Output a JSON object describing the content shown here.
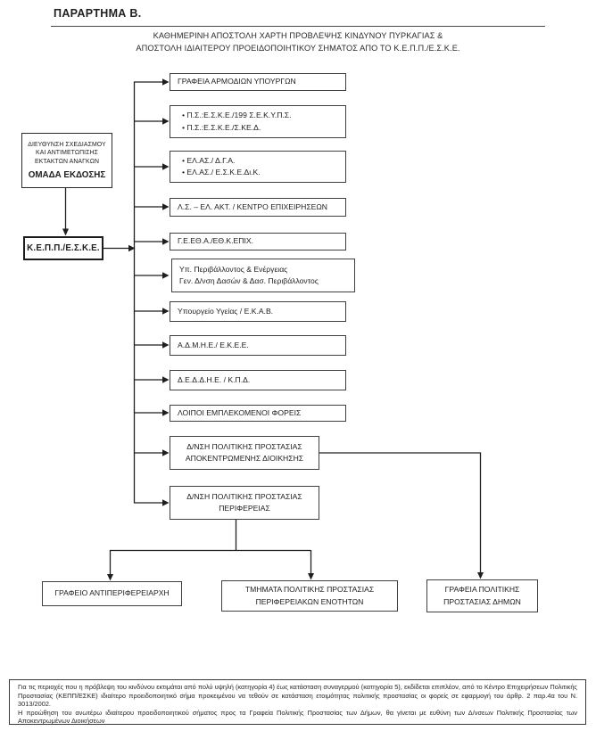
{
  "page": {
    "title": "ΠΑΡΑΡΤΗΜΑ Β.",
    "subtitle_line1": "ΚΑΘΗΜΕΡΙΝΗ ΑΠΟΣΤΟΛΗ ΧΑΡΤΗ ΠΡΟΒΛΕΨΗΣ ΚΙΝΔΥΝΟΥ ΠΥΡΚΑΓΙΑΣ &",
    "subtitle_line2": "ΑΠΟΣΤΟΛΗ ΙΔΙΑΙΤΕΡΟΥ ΠΡΟΕΙΔΟΠΟΙΗΤΙΚΟΥ ΣΗΜΑΤΟΣ ΑΠΟ ΤΟ Κ.Ε.Π.Π./Ε.Σ.Κ.Ε."
  },
  "colors": {
    "ink": "#1f1f1f",
    "box_border": "#3f3f3f",
    "background": "#ffffff"
  },
  "diagram": {
    "source": {
      "lines": [
        "ΔΙΕΥΘΥΝΣΗ ΣΧΕΔΙΑΣΜΟΥ",
        "ΚΑΙ ΑΝΤΙΜΕΤΩΠΙΣΗΣ",
        "ΕΚΤΑΚΤΩΝ ΑΝΑΓΚΩΝ"
      ],
      "emphasis": "ΟΜΑΔΑ ΕΚΔΟΣΗΣ"
    },
    "hub": {
      "label": "Κ.Ε.Π.Π./Ε.Σ.Κ.Ε."
    },
    "recipients": [
      {
        "name": "ministers-offices",
        "lines": [
          "ΓΡΑΦΕΙΑ ΑΡΜΟΔΙΩΝ ΥΠΟΥΡΓΩΝ"
        ]
      },
      {
        "name": "fire-service",
        "lines": [
          "• Π.Σ.:Ε.Σ.Κ.Ε./199 Σ.Ε.Κ.Υ.Π.Σ.",
          "• Π.Σ.:Ε.Σ.Κ.Ε./Σ.ΚΕ.Δ."
        ]
      },
      {
        "name": "hellenic-police",
        "lines": [
          "• ΕΛ.ΑΣ./ Δ.Γ.Α.",
          "• ΕΛ.ΑΣ./ Ε.Σ.Κ.Ε.Δι.Κ."
        ]
      },
      {
        "name": "coast-guard",
        "lines": [
          "Λ.Σ. – ΕΛ. ΑΚΤ.  / ΚΕΝΤΡΟ ΕΠΙΧΕΙΡΗΣΕΩΝ"
        ]
      },
      {
        "name": "geetha",
        "lines": [
          "Γ.Ε.ΕΘ.Α./ΕΘ.Κ.ΕΠΙΧ."
        ]
      },
      {
        "name": "environment-ministry",
        "lines": [
          "Υπ. Περιβάλλοντος & Ενέργειας",
          "Γεν. Δ/νση Δασών & Δασ. Περιβάλλοντος"
        ]
      },
      {
        "name": "health-ministry",
        "lines": [
          "Υπουργείο Υγείας / Ε.Κ.Α.Β."
        ]
      },
      {
        "name": "admie",
        "lines": [
          "Α.Δ.Μ.Η.Ε./ Ε.Κ.Ε.Ε."
        ]
      },
      {
        "name": "deddie",
        "lines": [
          "Δ.Ε.Δ.Δ.Η.Ε. / Κ.Π.Δ."
        ]
      },
      {
        "name": "other-involved-bodies",
        "lines": [
          "ΛΟΙΠΟΙ ΕΜΠΛΕΚΟΜΕΝΟΙ ΦΟΡΕΙΣ"
        ]
      },
      {
        "name": "decentralized-administration",
        "lines": [
          "Δ/ΝΣΗ ΠΟΛΙΤΙΚΗΣ ΠΡΟΣΤΑΣΙΑΣ",
          "ΑΠΟΚΕΝΤΡΩΜΕΝΗΣ ΔΙΟΙΚΗΣΗΣ"
        ]
      },
      {
        "name": "region-directorate",
        "lines": [
          "Δ/ΝΣΗ ΠΟΛΙΤΙΚΗΣ ΠΡΟΣΤΑΣΙΑΣ",
          "ΠΕΡΙΦΕΡΕΙΑΣ"
        ]
      }
    ],
    "sub_recipients": [
      {
        "name": "vice-governor-office",
        "lines": [
          "ΓΡΑΦΕΙΟ ΑΝΤΙΠΕΡΙΦΕΡΕΙΑΡΧΗ"
        ]
      },
      {
        "name": "regional-unit-departments",
        "lines": [
          "ΤΜΗΜΑΤΑ ΠΟΛΙΤΙΚΗΣ ΠΡΟΣΤΑΣΙΑΣ",
          "ΠΕΡΙΦΕΡΕΙΑΚΩΝ ΕΝΟΤΗΤΩΝ"
        ]
      },
      {
        "name": "municipal-offices",
        "lines": [
          "ΓΡΑΦΕΙΑ ΠΟΛΙΤΙΚΗΣ",
          "ΠΡΟΣΤΑΣΙΑΣ ΔΗΜΩΝ"
        ]
      }
    ]
  },
  "footnote": {
    "para1": "Για τις περιοχές που η πρόβλεψη του κινδύνου εκτιμάται από πολύ υψηλή (κατηγορία 4) έως κατάσταση συναγερμού (κατηγορία 5), εκδίδεται επιπλέον, από το Κέντρο Επιχειρήσεων Πολιτικής Προστασίας (ΚΕΠΠ/ΕΣΚΕ) ιδιαίτερο προειδοποιητικό σήμα προκειμένου να τεθούν σε κατάσταση ετοιμότητας πολιτικής προστασίας οι φορείς σε εφαρμογή του άρθρ. 2 παρ.4α του Ν. 3013/2002.",
    "para2": "Η προώθηση του ανωτέρω ιδιαίτερου προειδοποιητικού σήματος προς τα Γραφεία Πολιτικής Προστασίας των Δήμων, θα γίνεται με ευθύνη των Δ/νσεων Πολιτικής Προστασίας των Αποκεντρωμένων Διοικήσεων"
  }
}
